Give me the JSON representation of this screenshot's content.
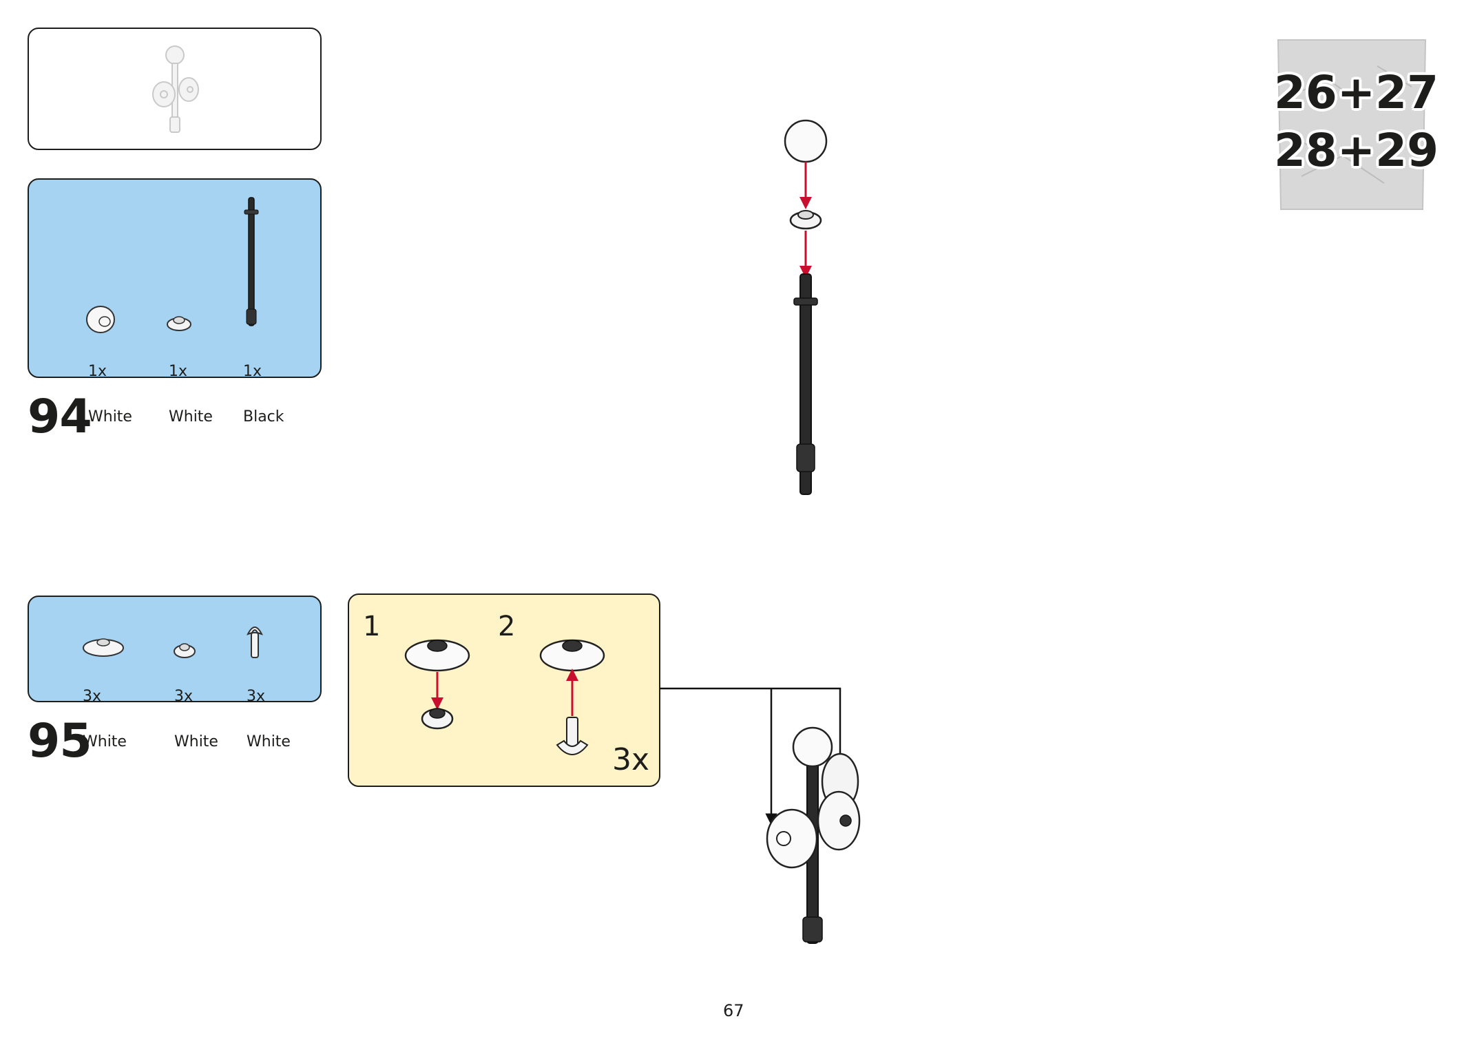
{
  "bag": {
    "line1": "26+27",
    "line2": "28+29"
  },
  "steps": [
    {
      "number": "94",
      "parts": [
        {
          "qty": "1x",
          "color": "White",
          "icon": "round-brick-icon"
        },
        {
          "qty": "1x",
          "color": "White",
          "icon": "round-plate-icon"
        },
        {
          "qty": "1x",
          "color": "Black",
          "icon": "axle-rod-icon"
        }
      ]
    },
    {
      "number": "95",
      "parts": [
        {
          "qty": "3x",
          "color": "White",
          "icon": "dish-icon"
        },
        {
          "qty": "3x",
          "color": "White",
          "icon": "round-plate-icon"
        },
        {
          "qty": "3x",
          "color": "White",
          "icon": "clip-icon"
        }
      ],
      "sub_steps": [
        {
          "number": "1"
        },
        {
          "number": "2"
        }
      ],
      "multiplier": "3x"
    }
  ],
  "page_number": "67",
  "colors": {
    "parts_bg": "#a5d3f1",
    "substep_bg": "#fff4c8",
    "arrow": "#c8102e",
    "outline": "#1d1d1b"
  }
}
